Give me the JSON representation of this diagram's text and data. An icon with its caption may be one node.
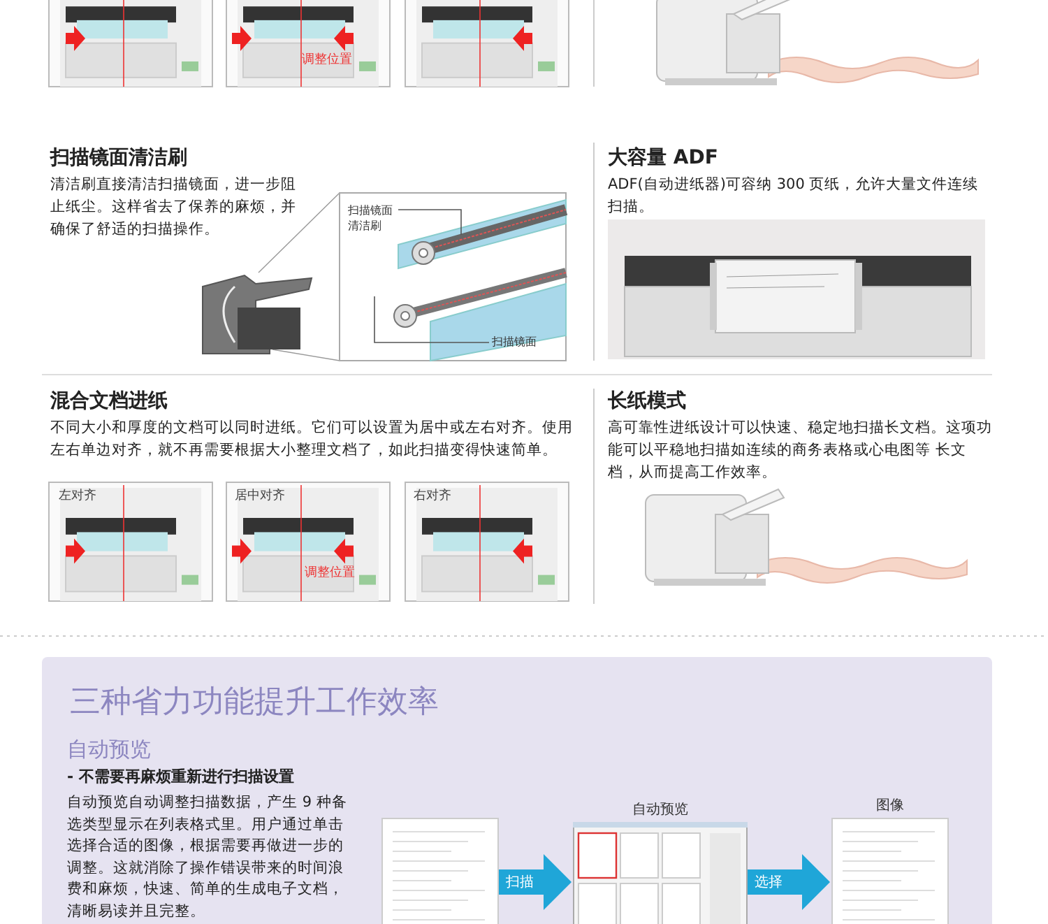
{
  "diagram": {
    "title": "三种省力功能提升工作效率",
    "nodes": [
      {
        "text": [
          "扫描镜面清洁刷"
        ]
      },
      {
        "text": [
          "扫描镜面"
        ]
      },
      {
        "text": [],
        "shape": "picture"
      },
      {
        "text": [],
        "shape": "picture",
        "beside": [
          "自动预览"
        ]
      },
      {
        "text": [],
        "shape": "picture",
        "beside": [
          "图像"
        ]
      }
    ],
    "edges": [
      {
        "from": 0,
        "to": null,
        "arrow": "none"
      },
      {
        "from": 1,
        "to": null,
        "arrow": "none"
      },
      {
        "from": 2,
        "to": 3,
        "arrow": "to",
        "label": "扫描",
        "color": "#1fa6d8"
      },
      {
        "from": 3,
        "to": 4,
        "arrow": "to",
        "label": "选择",
        "color": "#1fa6d8"
      }
    ],
    "labels": [
      "调整位置",
      "扫描镜面清洁刷",
      "清洁刷直接清洁扫描镜面，进一步阻止纸尘。这样省去了保养的麻烦，并确保了舒适的扫描操作。",
      "大容量 ADF",
      "ADF(自动进纸器)可容纳 300 页纸，允许大量文件连续扫描。",
      "混合文档进纸",
      "不同大小和厚度的文档可以同时进纸。它们可以设置为居中或左右对齐。使用左右单边对齐，就不再需要根据大小整理文档了，如此扫描变得快速简单。",
      "左对齐",
      "居中对齐",
      "右对齐",
      "调整位置",
      "长纸模式",
      "高可靠性进纸设计可以快速、稳定地扫描长文档。这项功能可以平稳地扫描如连续的商务表格或心电图等 长文档，从而提高工作效率。",
      "自动预览",
      "- 不需要再麻烦重新进行扫描设置",
      "自动预览自动调整扫描数据，产生 9 种备选类型显示在列表格式里。用户通过单击选择合适的图像，根据需要再做进一步的调整。这就消除了操作错误带来的时间浪费和麻烦，快速、简单的生成电子文档，清晰易读并且完整。"
    ]
  }
}
